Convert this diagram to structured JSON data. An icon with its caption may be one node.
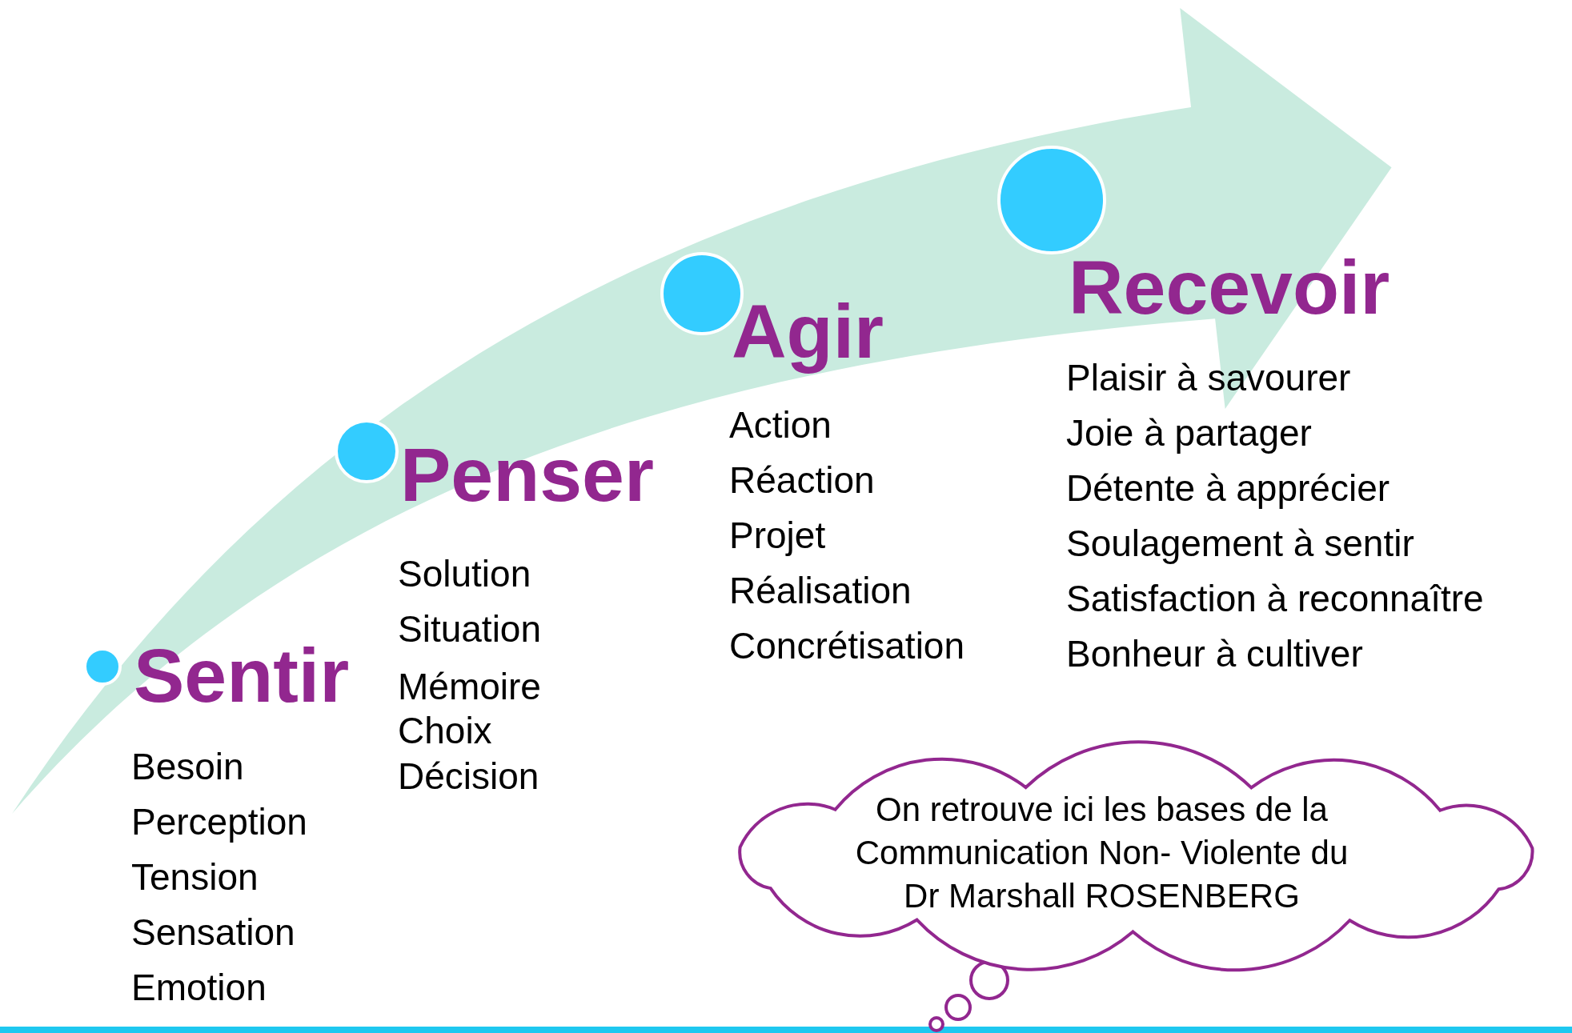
{
  "diagram": {
    "nodes": [
      {
        "text": [],
        "shape": "circle"
      },
      {
        "text": [],
        "shape": "circle"
      },
      {
        "text": [],
        "shape": "circle"
      },
      {
        "text": [],
        "shape": "circle"
      },
      {
        "text": [
          "On retrouve ici les bases de la Communication Non- Violente du Dr Marshall ROSENBERG"
        ]
      }
    ],
    "labels": [
      "Sentir",
      "Besoin",
      "Perception",
      "Tension",
      "Sensation",
      "Emotion",
      "Penser",
      "Solution",
      "Situation",
      "Mémoire",
      "Choix",
      "Décision",
      "Agir",
      "Action",
      "Réaction",
      "Projet",
      "Réalisation",
      "Concrétisation",
      "Recevoir",
      "Plaisir à savourer",
      "Joie à partager",
      "Détente à apprécier",
      "Soulagement à sentir",
      "Satisfaction à reconnaître",
      "Bonheur à cultiver"
    ]
  }
}
